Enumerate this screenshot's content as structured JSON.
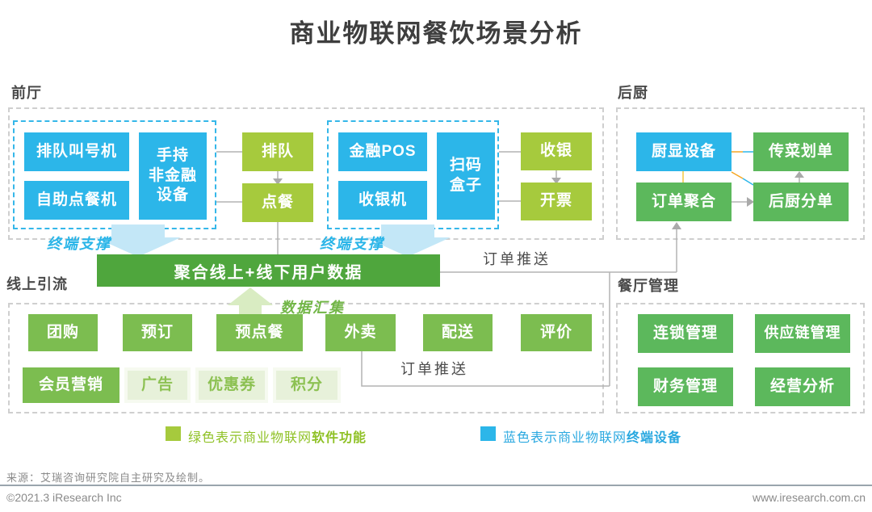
{
  "title": "商业物联网餐饮场景分析",
  "colors": {
    "device_blue": "#2cb6e9",
    "function_lime": "#a6ca3d",
    "online_green": "#7cbd50",
    "manage_green": "#5cb85c",
    "bar_green": "#4fa63d",
    "accent_cyan": "#2ab5e8",
    "connector_gray": "#b3b3b3",
    "connector_orange": "#f5a623",
    "connector_yellow": "#f6c83f"
  },
  "front_hall": {
    "label": "前厅",
    "group1_devices": [
      {
        "label": "排队叫号机"
      },
      {
        "label": "自助点餐机"
      },
      {
        "label": "手持\n非金融\n设备"
      }
    ],
    "group1_functions": [
      {
        "label": "排队"
      },
      {
        "label": "点餐"
      }
    ],
    "group2_devices": [
      {
        "label": "金融POS"
      },
      {
        "label": "收银机"
      },
      {
        "label": "扫码\n盒子"
      }
    ],
    "group2_functions": [
      {
        "label": "收银"
      },
      {
        "label": "开票"
      }
    ],
    "support_label_left": "终端支撑",
    "support_label_right": "终端支撑"
  },
  "kitchen": {
    "label": "后厨",
    "display_device": "厨显设备",
    "pass_order": "传菜划单",
    "order_aggregate": "订单聚合",
    "kitchen_split": "后厨分单"
  },
  "aggregate_bar": {
    "label": "聚合线上+线下用户数据"
  },
  "data_collect_label": "数据汇集",
  "order_push_top": "订单推送",
  "order_push_bottom": "订单推送",
  "online": {
    "label": "线上引流",
    "row1": [
      {
        "label": "团购"
      },
      {
        "label": "预订"
      },
      {
        "label": "预点餐"
      },
      {
        "label": "外卖"
      },
      {
        "label": "配送"
      },
      {
        "label": "评价"
      }
    ],
    "member_marketing": "会员营销",
    "row2_pale": [
      {
        "label": "广告"
      },
      {
        "label": "优惠券"
      },
      {
        "label": "积分"
      }
    ]
  },
  "management": {
    "label": "餐厅管理",
    "boxes": [
      {
        "label": "连锁管理"
      },
      {
        "label": "供应链管理"
      },
      {
        "label": "财务管理"
      },
      {
        "label": "经营分析"
      }
    ]
  },
  "legend": {
    "green_prefix": "绿色表示商业物联网",
    "green_bold": "软件功能",
    "blue_prefix": "蓝色表示商业物联网",
    "blue_bold": "终端设备"
  },
  "source": "来源：艾瑞咨询研究院自主研究及绘制。",
  "footer": {
    "left": "©2021.3 iResearch Inc",
    "right": "www.iresearch.com.cn"
  }
}
